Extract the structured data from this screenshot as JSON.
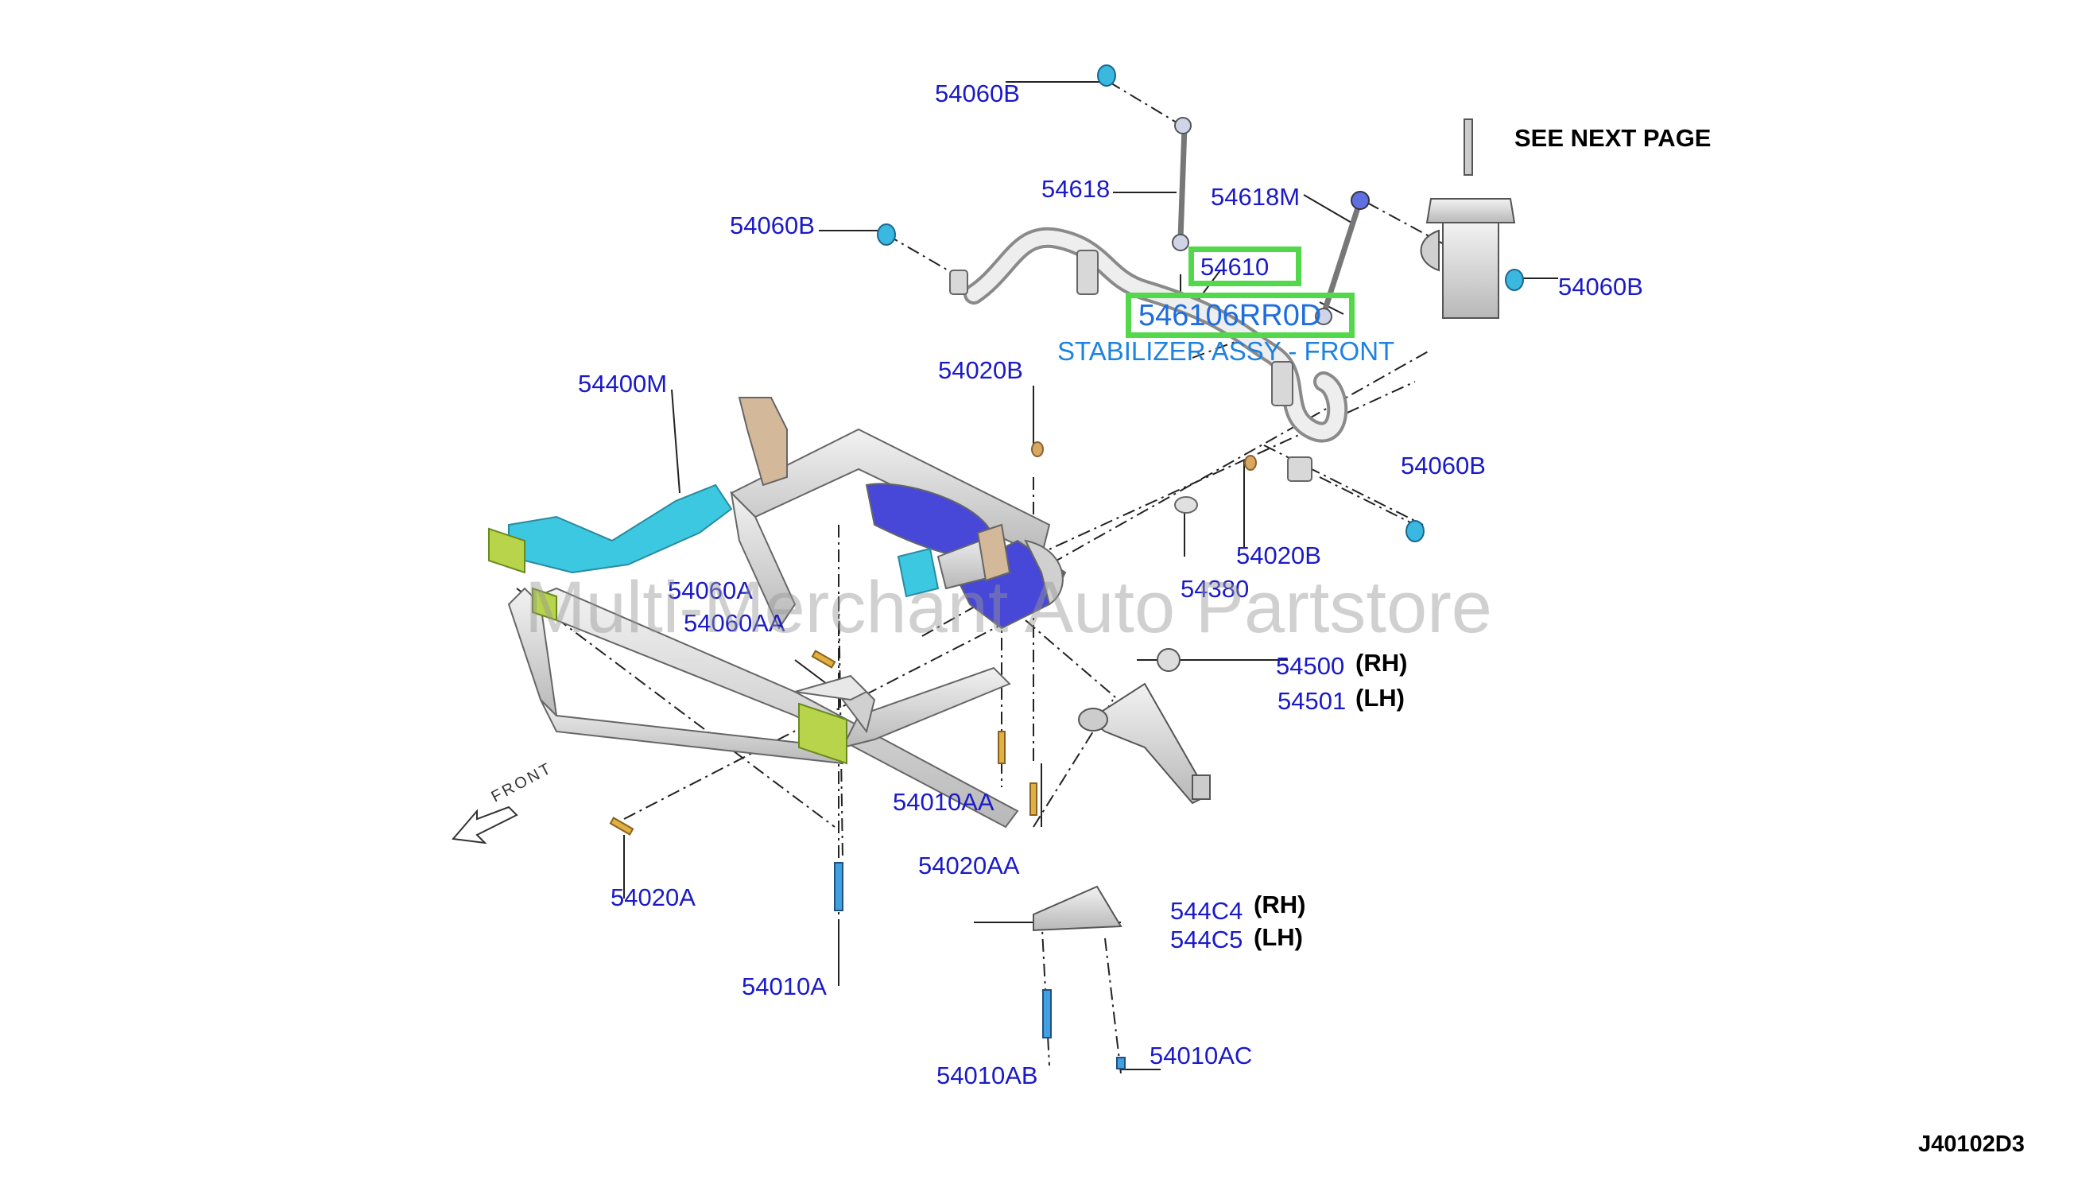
{
  "diagram": {
    "code": "J40102D3",
    "see_next_page": "SEE NEXT PAGE",
    "watermark": "Multi-Merchant Auto Partstore",
    "front_arrow": "FRONT",
    "highlight": {
      "part_no": "54610",
      "full_part_no": "546106RR0D",
      "description": "STABILIZER ASSY - FRONT"
    },
    "labels": {
      "p54060B_top": "54060B",
      "p54618": "54618",
      "p54060B_left": "54060B",
      "p54618M": "54618M",
      "p54060B_right": "54060B",
      "p54400M": "54400M",
      "p54020B_top": "54020B",
      "p54060B_mid": "54060B",
      "p54020B_mid": "54020B",
      "p54380": "54380",
      "p54060A": "54060A",
      "p54060AA": "54060AA",
      "p54500": "54500",
      "p54501": "54501",
      "p54010AA": "54010AA",
      "p54020AA": "54020AA",
      "p54020A": "54020A",
      "p544C4": "544C4",
      "p544C5": "544C5",
      "p54010A": "54010A",
      "p54010AB": "54010AB",
      "p54010AC": "54010AC"
    },
    "sides": {
      "rh": "(RH)",
      "lh": "(LH)"
    },
    "colors": {
      "part_number": "#1a1ac8",
      "highlight_box": "#52d84a",
      "description": "#1e82e0",
      "member_cyan": "#3cc8e0",
      "member_blue": "#3a3ad8",
      "bracket_green": "#b8d44a",
      "bolt_gold": "#e0b040",
      "bolt_blue": "#40a0e0"
    }
  }
}
